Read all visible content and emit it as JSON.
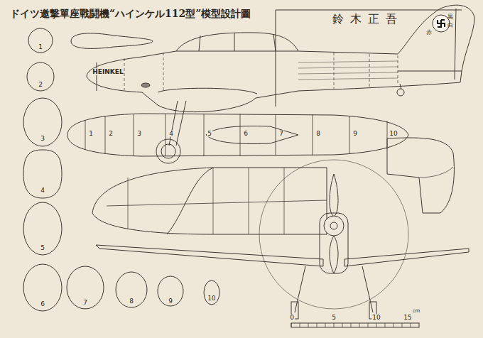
{
  "diagram": {
    "title": "ドイツ邀撃單座戰鬪機“ハインケル112型”模型設計圖",
    "labels": [
      "鈴木正吾",
      "HEINKEL",
      "黒",
      "白",
      "赤",
      "1",
      "2",
      "3",
      "4",
      "5",
      "6",
      "7",
      "8",
      "9",
      "10",
      "1",
      "2",
      "3",
      "4",
      "5",
      "6",
      "7",
      "8",
      "9",
      "10",
      "0",
      "5",
      "10",
      "15",
      "cm"
    ]
  }
}
